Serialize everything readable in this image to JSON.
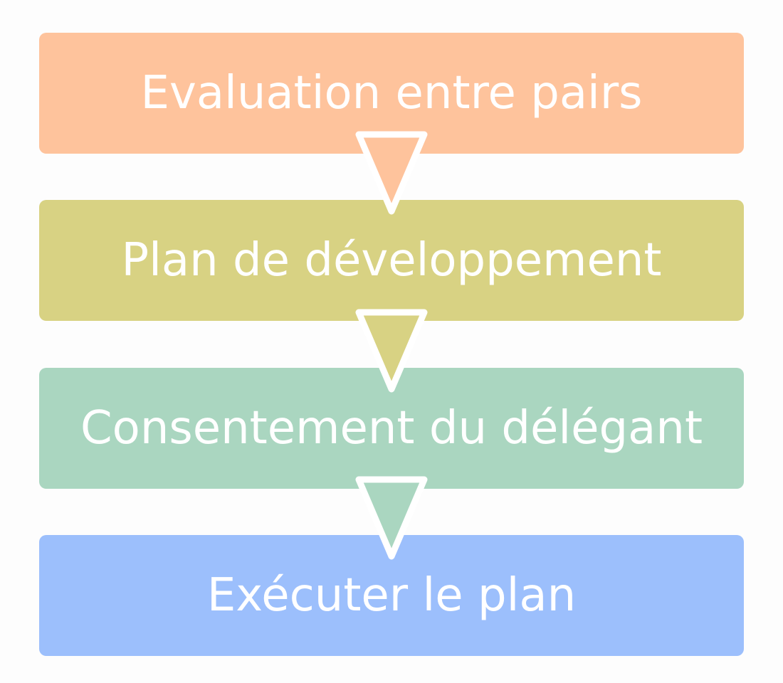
{
  "steps": [
    {
      "label": "Evaluation entre pairs",
      "color": "#fec39c"
    },
    {
      "label": "Plan de développement",
      "color": "#d8d283"
    },
    {
      "label": "Consentement du délégant",
      "color": "#aad6c0"
    },
    {
      "label": "Exécuter le plan",
      "color": "#9cbffc"
    }
  ],
  "arrows": [
    {
      "icon": "down-triangle-arrow-icon",
      "color": "#fec39c"
    },
    {
      "icon": "down-triangle-arrow-icon",
      "color": "#d8d283"
    },
    {
      "icon": "down-triangle-arrow-icon",
      "color": "#aad6c0"
    }
  ]
}
